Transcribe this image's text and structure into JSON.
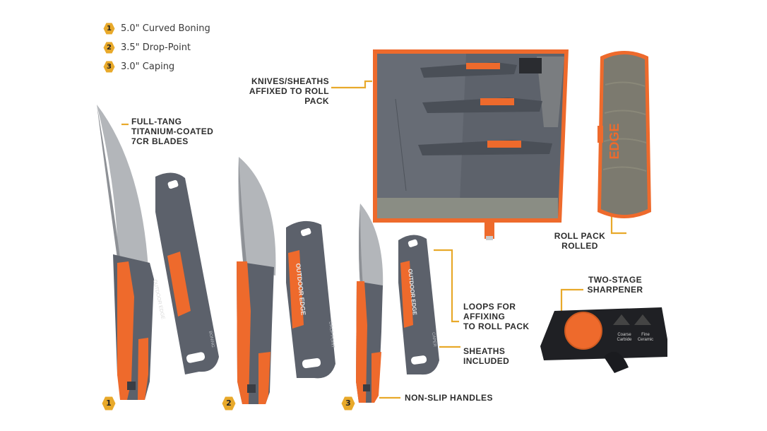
{
  "colors": {
    "accent_orange": "#ee6a2c",
    "body_gray": "#5c616b",
    "blade_silver": "#b3b6ba",
    "badge_gold": "#e8a92a",
    "leader_gold": "#e8a92a",
    "label_text": "#2d2d2d"
  },
  "legend": [
    {
      "badge": "1",
      "text": "5.0\" Curved Boning"
    },
    {
      "badge": "2",
      "text": "3.5\" Drop-Point"
    },
    {
      "badge": "3",
      "text": "3.0\" Caping"
    }
  ],
  "callouts": {
    "knives_sheaths": "KNIVES/SHEATHS\nAFFIXED TO ROLL PACK",
    "full_tang": "FULL-TANG\nTITANIUM-COATED\n7CR BLADES",
    "roll_pack_rolled": "ROLL PACK\nROLLED",
    "two_stage": "TWO-STAGE\nSHARPENER",
    "loops": "LOOPS FOR\nAFFIXING\nTO ROLL PACK",
    "sheaths_included": "SHEATHS\nINCLUDED",
    "non_slip": "NON-SLIP HANDLES"
  },
  "knife_badges": [
    "1",
    "2",
    "3"
  ],
  "sheath_text": {
    "brand": "OUTDOOR EDGE",
    "sheath1_type": "BONING",
    "sheath2_type": "DROP POINT",
    "sheath3_type": "CAPER"
  },
  "roll_brand": "EDGE",
  "sharpener_labels": {
    "coarse": "Coarse\nCarbide",
    "fine": "Fine\nCeramic"
  }
}
